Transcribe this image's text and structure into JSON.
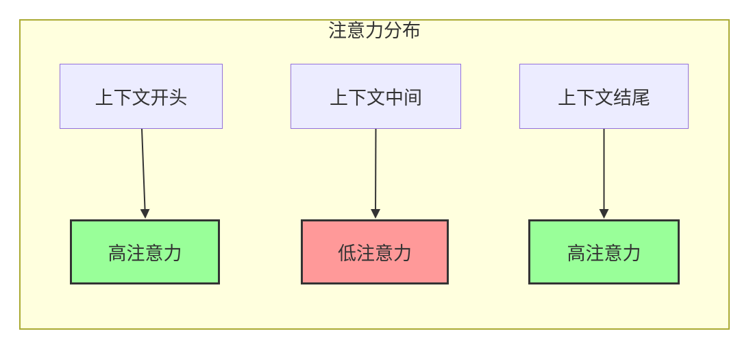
{
  "diagram": {
    "title": "注意力分布",
    "top_nodes": [
      {
        "id": "context-start",
        "label": "上下文开头"
      },
      {
        "id": "context-middle",
        "label": "上下文中间"
      },
      {
        "id": "context-end",
        "label": "上下文结尾"
      }
    ],
    "bottom_nodes": [
      {
        "id": "attention-start",
        "label": "高注意力",
        "level": "high"
      },
      {
        "id": "attention-middle",
        "label": "低注意力",
        "level": "low"
      },
      {
        "id": "attention-end",
        "label": "高注意力",
        "level": "high"
      }
    ],
    "edges": [
      {
        "from": "context-start",
        "to": "attention-start"
      },
      {
        "from": "context-middle",
        "to": "attention-middle"
      },
      {
        "from": "context-end",
        "to": "attention-end"
      }
    ],
    "colors": {
      "cluster_bg": "#ffffde",
      "cluster_border": "#aaaa33",
      "context_node_bg": "#ececff",
      "context_node_border": "#9370db",
      "high_attention_bg": "#99ff99",
      "low_attention_bg": "#ff9999",
      "attention_node_border": "#333333",
      "text": "#333333",
      "arrow": "#333333"
    }
  }
}
